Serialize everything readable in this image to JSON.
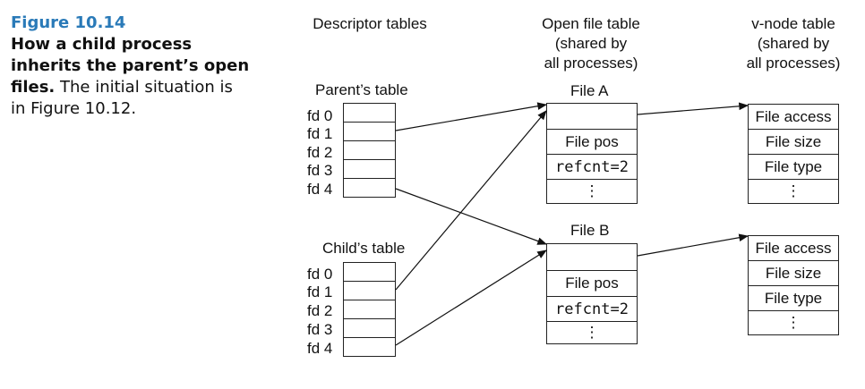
{
  "caption": {
    "figure": "Figure 10.14",
    "bold": "How a child process inherits the parent’s open files.",
    "rest": "The initial situation is in Figure 10.12."
  },
  "headers": {
    "descriptor": "Descriptor tables",
    "open_file": [
      "Open file table",
      "(shared by",
      "all processes)"
    ],
    "vnode": [
      "v-node table",
      "(shared by",
      "all processes)"
    ]
  },
  "parent": {
    "title": "Parent’s table",
    "fds": [
      "fd 0",
      "fd 1",
      "fd 2",
      "fd 3",
      "fd 4"
    ]
  },
  "child": {
    "title": "Child’s table",
    "fds": [
      "fd 0",
      "fd 1",
      "fd 2",
      "fd 3",
      "fd 4"
    ]
  },
  "file_a": {
    "title": "File A",
    "pos": "File pos",
    "refcnt": "refcnt=2",
    "more": "⋮"
  },
  "file_b": {
    "title": "File B",
    "pos": "File pos",
    "refcnt": "refcnt=2",
    "more": "⋮"
  },
  "vnode_a": {
    "access": "File access",
    "size": "File size",
    "type": "File type",
    "more": "⋮"
  },
  "vnode_b": {
    "access": "File access",
    "size": "File size",
    "type": "File type",
    "more": "⋮"
  }
}
